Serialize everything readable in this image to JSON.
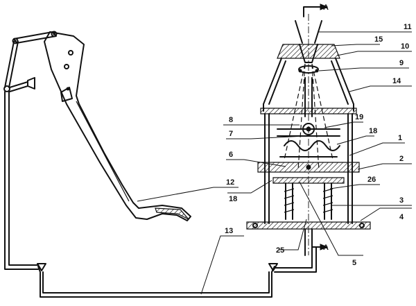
{
  "section_marks": {
    "top": "A",
    "bottom": "A"
  },
  "part_labels": [
    "11",
    "15",
    "10",
    "9",
    "14",
    "8",
    "19",
    "7",
    "18",
    "1",
    "6",
    "2",
    "12",
    "18",
    "26",
    "3",
    "4",
    "13",
    "25",
    "5"
  ]
}
